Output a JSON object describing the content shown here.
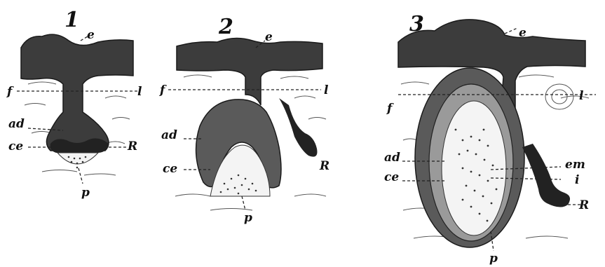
{
  "figures": [
    {
      "number": "1",
      "labels": {
        "e": "e",
        "f": "f",
        "l": "l",
        "ad": "ad",
        "ce": "ce",
        "R": "R",
        "p": "p"
      }
    },
    {
      "number": "2",
      "labels": {
        "e": "e",
        "f": "f",
        "l": "l",
        "ad": "ad",
        "ce": "ce",
        "R": "R",
        "p": "p"
      }
    },
    {
      "number": "3",
      "labels": {
        "e": "e",
        "f": "f",
        "l": "l",
        "ad": "ad",
        "ce": "ce",
        "em": "em",
        "i": "i",
        "R": "R",
        "p": "p"
      }
    }
  ]
}
